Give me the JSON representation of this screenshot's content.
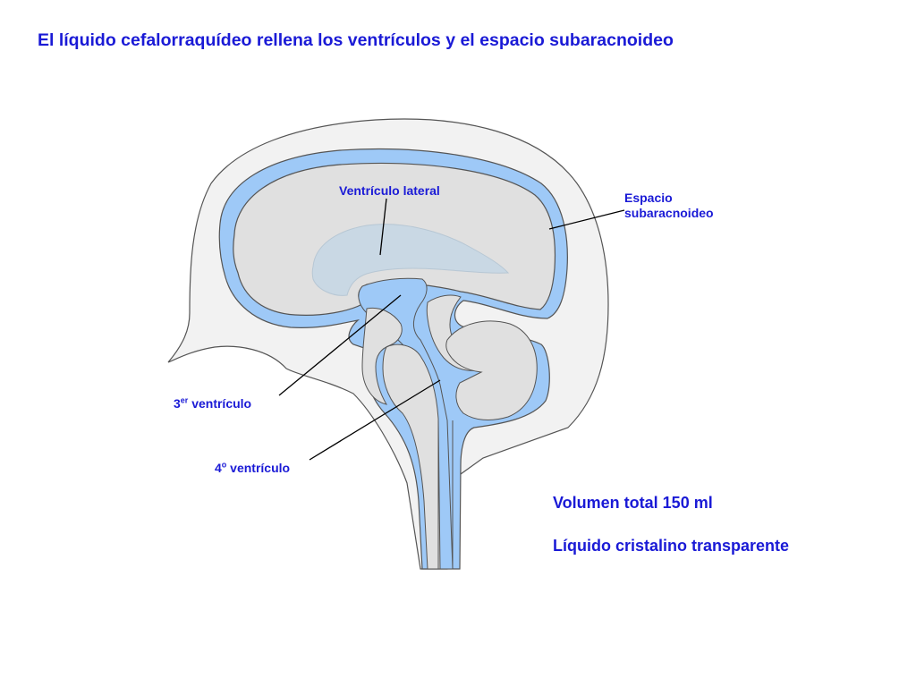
{
  "title": "El líquido cefalorraquídeo rellena los ventrículos y el espacio subaracnoideo",
  "labels": {
    "lateral_ventricle": "Ventrículo lateral",
    "subarachnoid_line1": "Espacio",
    "subarachnoid_line2": "subaracnoideo",
    "third_ventricle_num": "3",
    "third_ventricle_sup": "er",
    "third_ventricle_text": " ventrículo",
    "fourth_ventricle_num": "4",
    "fourth_ventricle_sup": "o",
    "fourth_ventricle_text": " ventrículo"
  },
  "info": {
    "volume": "Volumen total 150 ml",
    "appearance": "Líquido cristalino transparente"
  },
  "colors": {
    "text": "#1a1ad6",
    "csf": "#9ec9f7",
    "tissue": "#e0e0e0",
    "skull": "#f2f2f2",
    "lateral_ventricle": "#c9d8e4",
    "outline": "#555555",
    "leader": "#000000"
  }
}
